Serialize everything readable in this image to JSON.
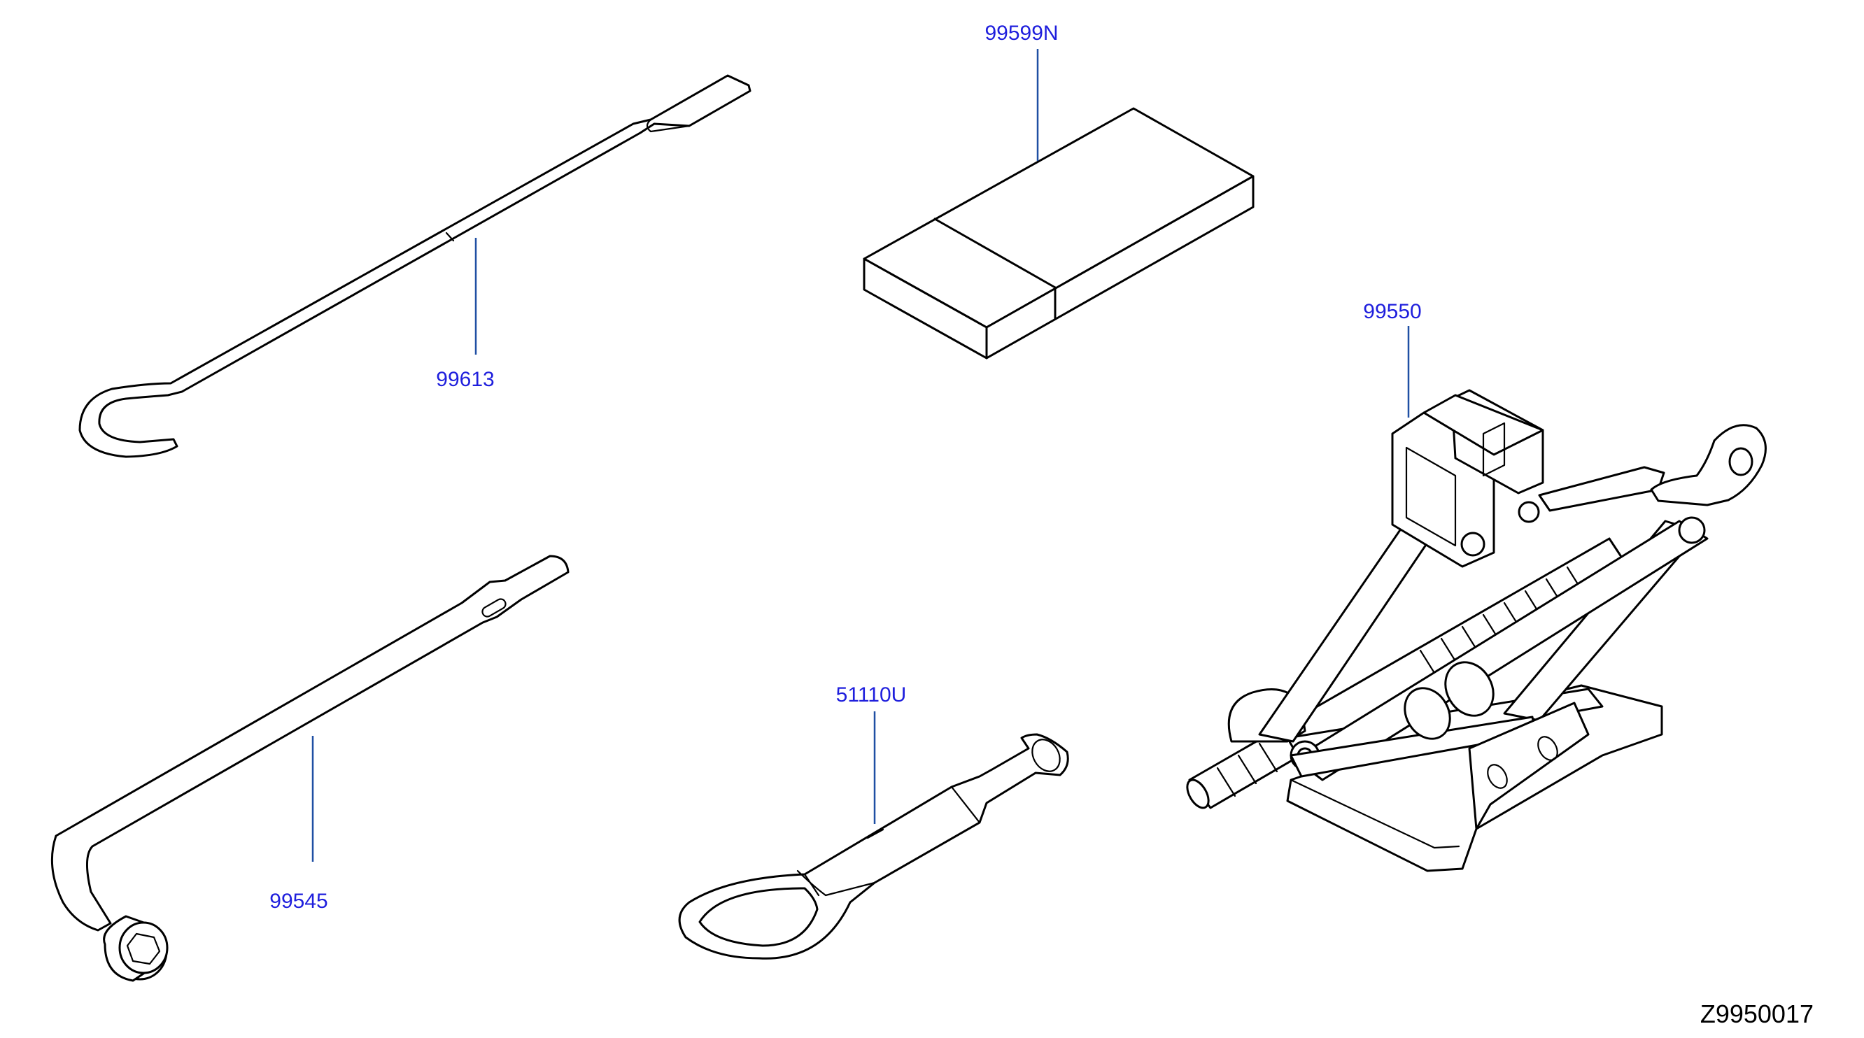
{
  "diagram": {
    "code": "Z9950017",
    "colors": {
      "label": "#1f1fdd",
      "leader": "#1f4fa3",
      "outline": "#000000",
      "background": "#ffffff"
    },
    "parts": [
      {
        "id": "p99599N",
        "number": "99599N"
      },
      {
        "id": "p99613",
        "number": "99613"
      },
      {
        "id": "p99550",
        "number": "99550"
      },
      {
        "id": "p51110U",
        "number": "51110U"
      },
      {
        "id": "p99545",
        "number": "99545"
      }
    ]
  }
}
